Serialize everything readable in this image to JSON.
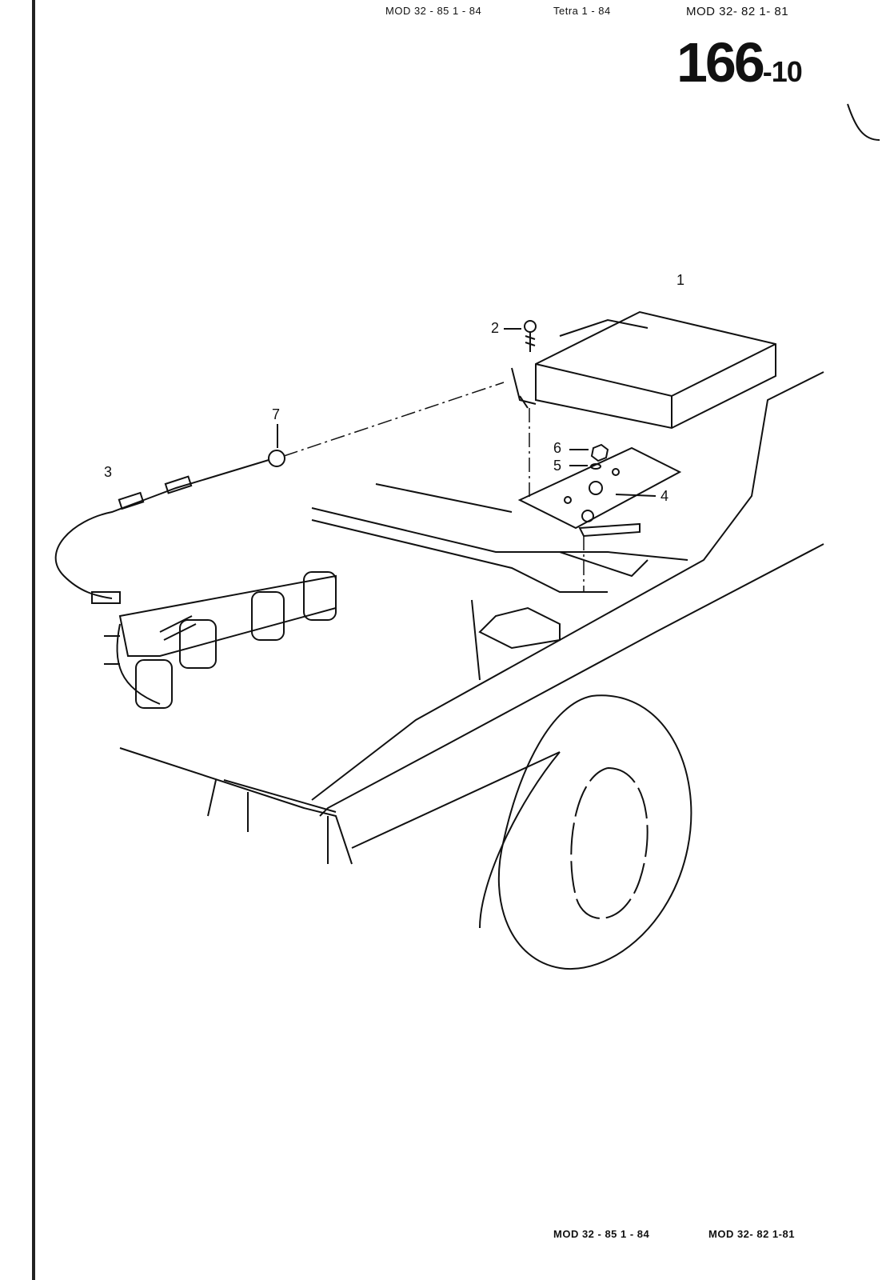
{
  "header": {
    "model_a": "MOD 32 - 85   1 - 84",
    "model_b": "Tetra   1 - 84",
    "model_c": "MOD 32- 82   1- 81"
  },
  "page_number": {
    "main": "166",
    "sub": "-10"
  },
  "callouts": [
    "1",
    "2",
    "3",
    "4",
    "5",
    "6",
    "7"
  ],
  "footer": {
    "model_a": "MOD 32 - 85   1 - 84",
    "model_c": "MOD 32- 82   1-81"
  }
}
